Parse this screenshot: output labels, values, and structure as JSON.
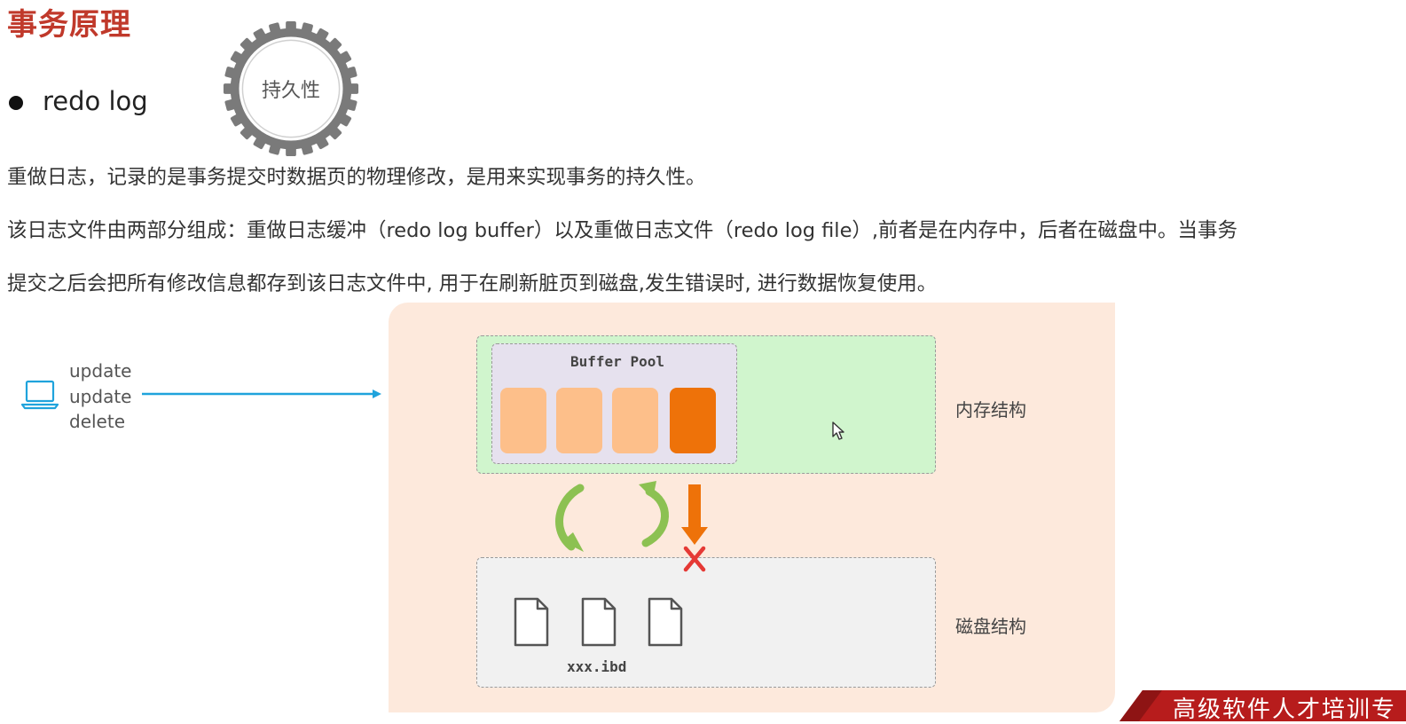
{
  "page_title": "事务原理",
  "bullet": {
    "label": "redo log"
  },
  "badge": {
    "label": "持久性"
  },
  "paragraphs": [
    "重做日志，记录的是事务提交时数据页的物理修改，是用来实现事务的持久性。",
    "该日志文件由两部分组成：重做日志缓冲（redo log buffer）以及重做日志文件（redo log file）,前者是在内存中，后者在磁盘中。当事务",
    "提交之后会把所有修改信息都存到该日志文件中, 用于在刷新脏页到磁盘,发生错误时, 进行数据恢复使用。"
  ],
  "diagram": {
    "operations": [
      "update",
      "update",
      "delete"
    ],
    "buffer_pool_title": "Buffer Pool",
    "memory_label": "内存结构",
    "disk_label": "磁盘结构",
    "file_name": "xxx.ibd",
    "colors": {
      "background": "#fde9dc",
      "memory_area": "#d0f5cd",
      "buffer_pool": "#e6e1ee",
      "disk_area": "#f1f1f1",
      "clean_page": "#fdbf8a",
      "dirty_page": "#ee7209",
      "sync_arrows": "#8cc152",
      "flush_arrow": "#ee7209",
      "error_mark": "#e53935",
      "request_arrow": "#1fa3dc"
    }
  },
  "footer_banner": {
    "text": "高级软件人才培训专"
  },
  "icons": {
    "badge": "gear-icon",
    "client": "laptop-icon",
    "file": "file-icon",
    "error": "cross-icon",
    "cursor": "mouse-cursor-icon"
  }
}
